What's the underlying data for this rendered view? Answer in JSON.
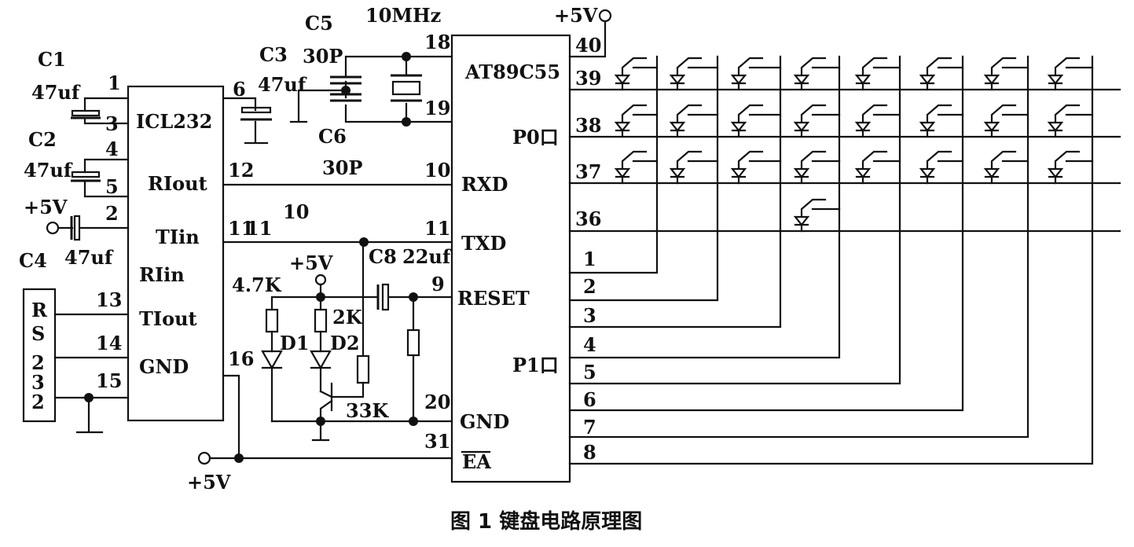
{
  "caption": "图 1   键盘电路原理图",
  "icl232": {
    "name": "ICL232",
    "pins": [
      "1",
      "3",
      "4",
      "5",
      "2",
      "6",
      "12",
      "11",
      "13",
      "14",
      "15",
      "16"
    ],
    "pin_labels": [
      "RIout",
      "TIin",
      "RIin",
      "TIout",
      "GND"
    ]
  },
  "at89c55": {
    "name": "AT89C55",
    "pins_left": [
      "18",
      "19",
      "10",
      "11",
      "9",
      "20",
      "31"
    ],
    "pins_right": [
      "40",
      "39",
      "38",
      "37",
      "36",
      "1",
      "2",
      "3",
      "4",
      "5",
      "6",
      "7",
      "8"
    ],
    "pin_labels": [
      "RXD",
      "TXD",
      "RESET",
      "GND",
      "EA",
      "P0口",
      "P1口"
    ]
  },
  "connector": {
    "lines": [
      "R",
      "S",
      "2",
      "3",
      "2"
    ]
  },
  "components": {
    "c1": "C1",
    "c1_value": "47uf",
    "c2": "C2",
    "c2_value": "47uf",
    "c3": "C3",
    "c3_value": "47uf",
    "c4": "C4",
    "c4_value": "47uf",
    "c5": "C5",
    "c5_value": "30P",
    "c6": "C6",
    "c6_value": "30P",
    "c8": "C8",
    "c8_value": "22uf",
    "crystal": "10MHz",
    "r1": "4.7K",
    "r2": "2K",
    "r3": "33K",
    "d1": "D1",
    "d2": "D2"
  },
  "supply": "+5V",
  "wire_labels": [
    "10",
    "11"
  ]
}
